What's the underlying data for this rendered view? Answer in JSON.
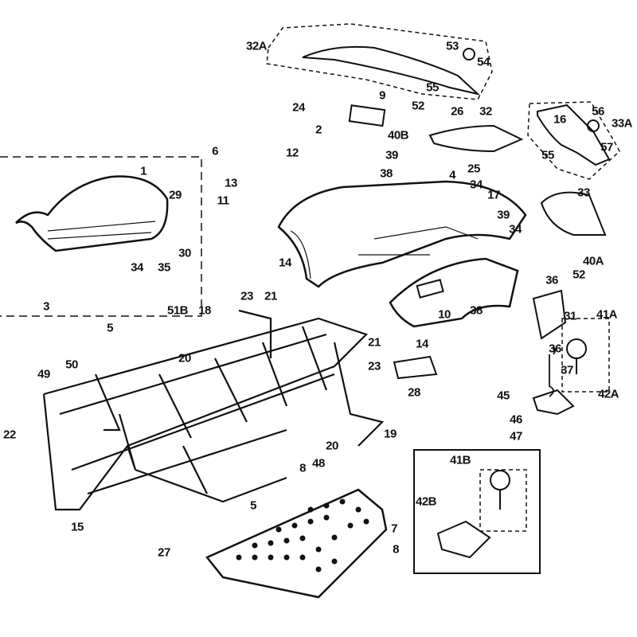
{
  "diagram": {
    "type": "exploded parts diagram",
    "labels": [
      "32A",
      "53",
      "54",
      "55",
      "9",
      "52",
      "26",
      "32",
      "56",
      "16",
      "24",
      "2",
      "40B",
      "33A",
      "55",
      "57",
      "6",
      "12",
      "39",
      "1",
      "38",
      "25",
      "29",
      "4",
      "17",
      "34",
      "13",
      "11",
      "33",
      "39",
      "34",
      "30",
      "14",
      "34",
      "35",
      "40A",
      "52",
      "3",
      "36",
      "38",
      "31",
      "41A",
      "10",
      "51B",
      "18",
      "23",
      "21",
      "5",
      "14",
      "36",
      "21",
      "20",
      "23",
      "37",
      "50",
      "49",
      "28",
      "45",
      "42A",
      "46",
      "47",
      "22",
      "19",
      "20",
      "48",
      "8",
      "41B",
      "42B",
      "5",
      "15",
      "7",
      "8",
      "27"
    ]
  }
}
